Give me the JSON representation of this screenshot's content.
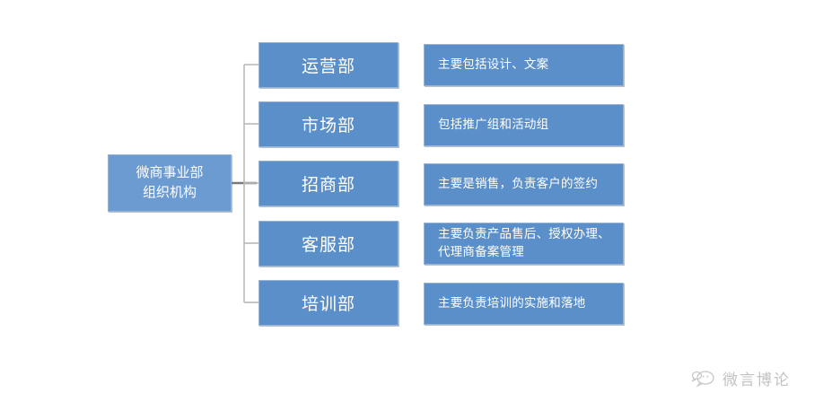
{
  "diagram": {
    "root": {
      "line1": "微商事业部",
      "line2": "组织机构"
    },
    "departments": [
      {
        "name": "运营部",
        "description": "主要包括设计、文案"
      },
      {
        "name": "市场部",
        "description": "包括推广组和活动组"
      },
      {
        "name": "招商部",
        "description": "主要是销售，负责客户的签约"
      },
      {
        "name": "客服部",
        "description_line1": "主要负责产品售后、授权办理、",
        "description_line2": "代理商备案管理"
      },
      {
        "name": "培训部",
        "description": "主要负责培训的实施和落地"
      }
    ]
  },
  "watermark": {
    "icon": "wechat-speech-bubble-icon",
    "text": "微言博论"
  },
  "colors": {
    "background": "#ffffff",
    "root_fill": "#6b9bd1",
    "node_fill": "#5b8fc9",
    "node_border": "#9ab4d4",
    "connector": "#b9b9b9",
    "connector_stub": "#7a7a7a",
    "text": "#ffffff",
    "watermark_text": "#c2c2c2"
  }
}
